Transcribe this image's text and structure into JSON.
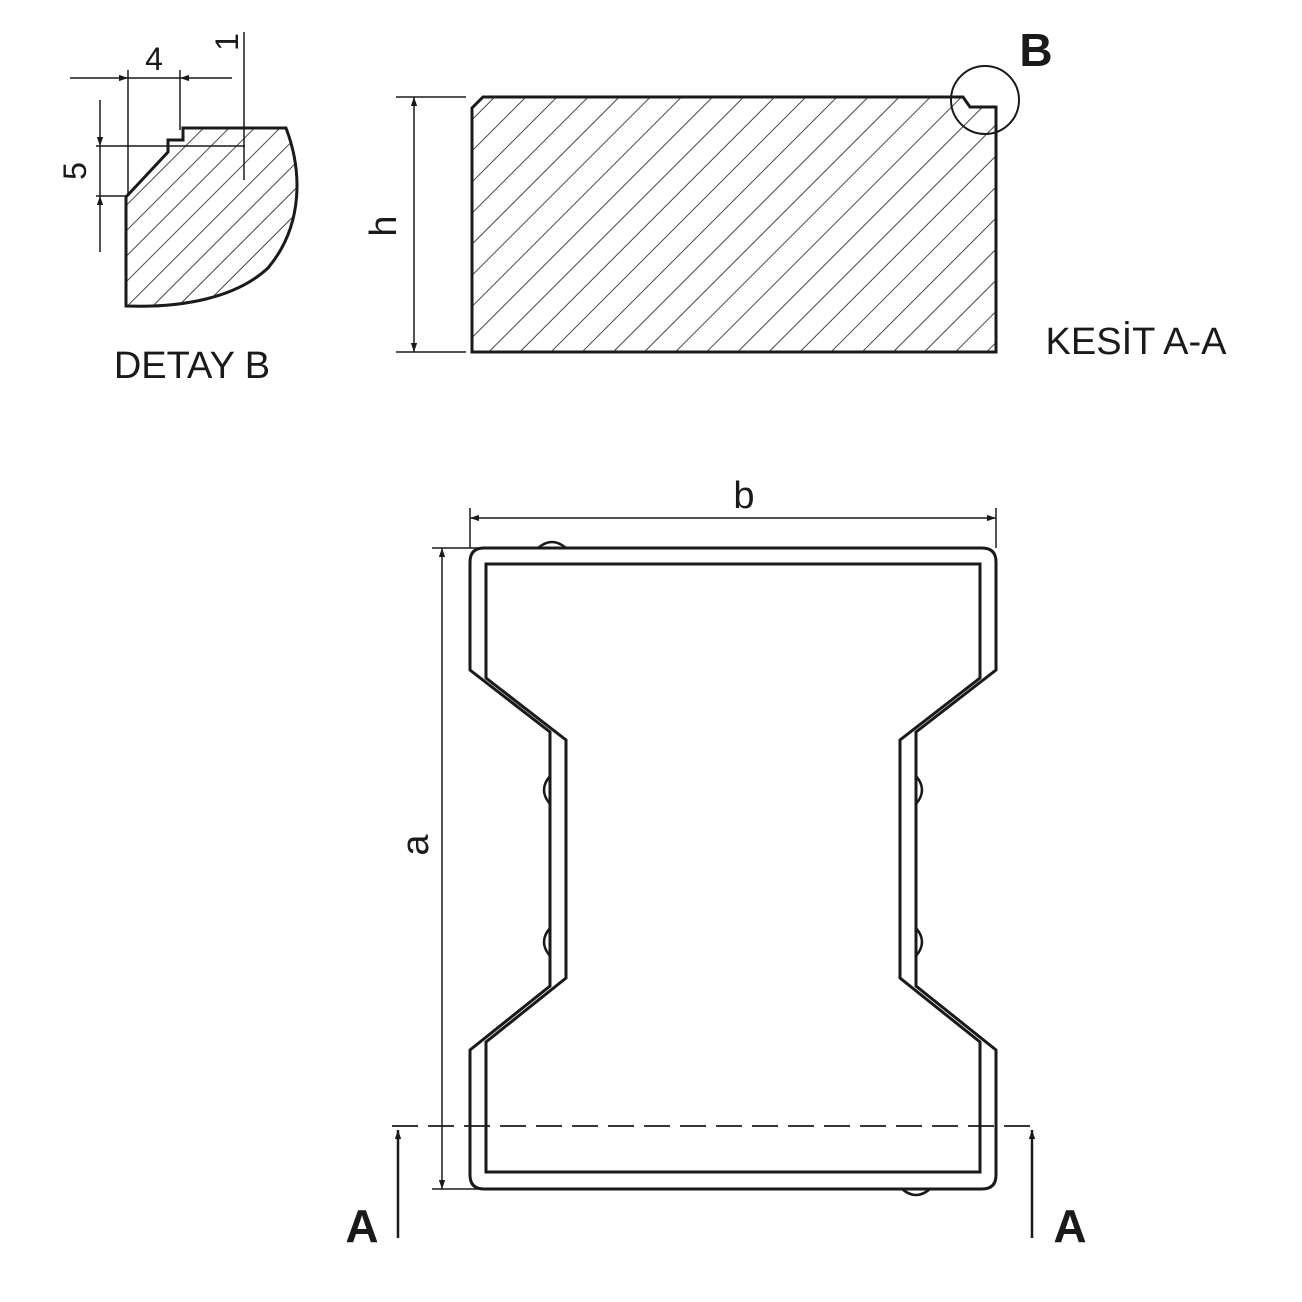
{
  "detail": {
    "title": "DETAY B",
    "dim_width": "4",
    "dim_offset": "1",
    "dim_height": "5"
  },
  "section": {
    "title": "KESİT A-A",
    "dim_height": "h",
    "detail_marker": "B"
  },
  "plan": {
    "dim_width": "b",
    "dim_length": "a",
    "cut_left": "A",
    "cut_right": "A"
  }
}
